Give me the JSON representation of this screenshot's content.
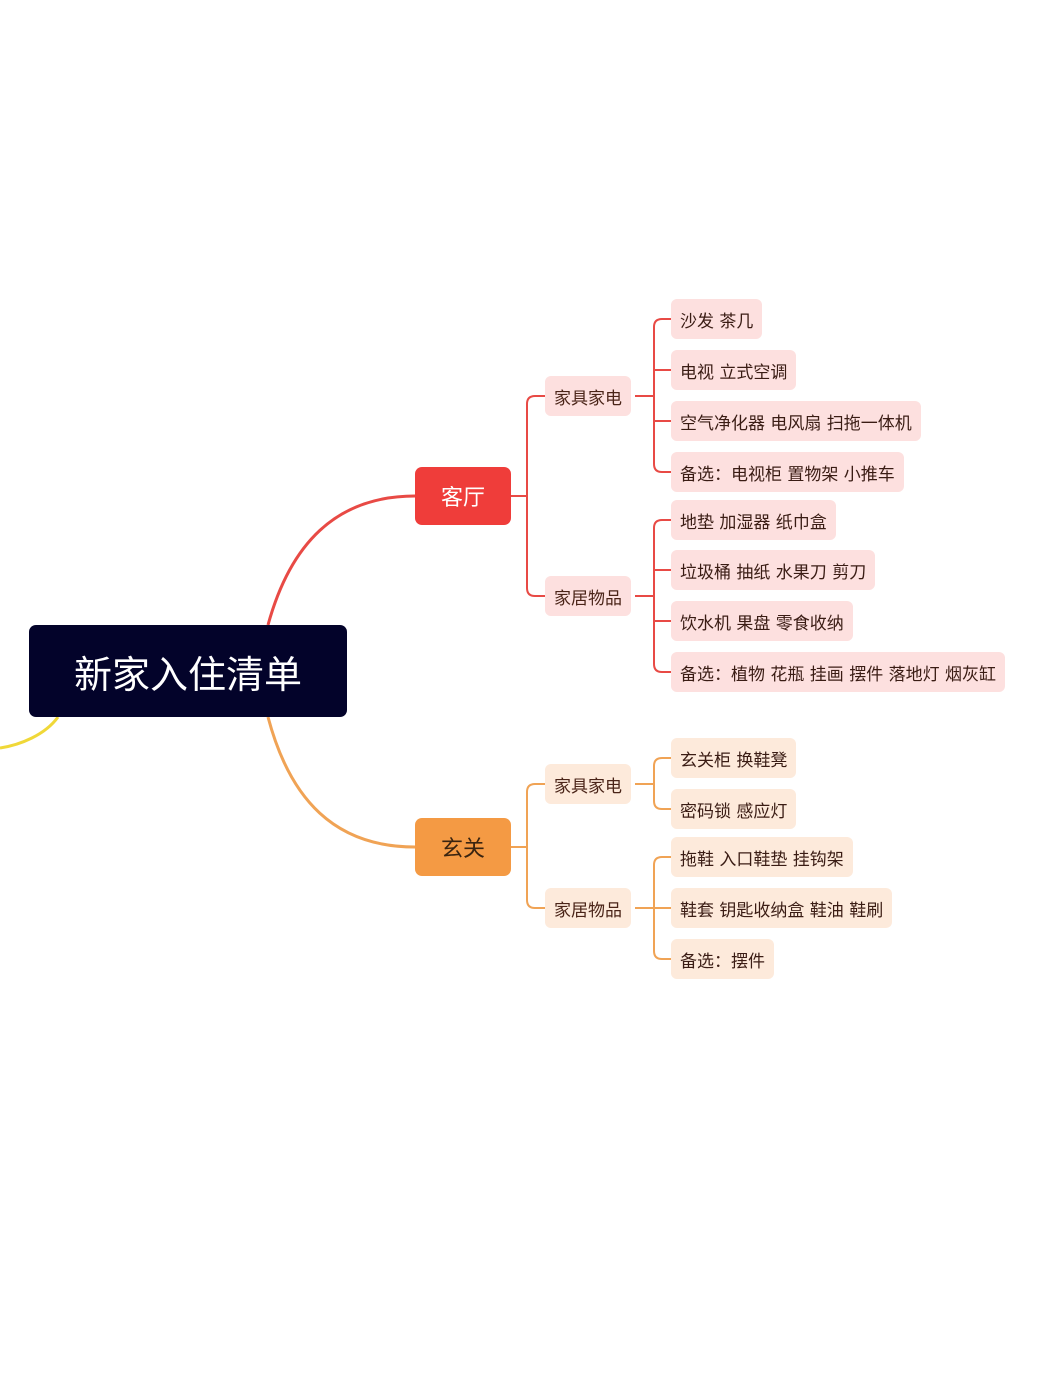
{
  "root": {
    "label": "新家入住清单"
  },
  "colors": {
    "root_bg": "#03032a",
    "living_branch": "#e84a45",
    "living_bg": "#ef3d3a",
    "living_soft": "#fde0df",
    "entry_branch": "#f0a355",
    "entry_bg": "#f49a44",
    "entry_soft": "#fdeadb",
    "offscreen_branch": "#f0d838"
  },
  "branches": [
    {
      "label": "客厅",
      "groups": [
        {
          "label": "家具家电",
          "items": [
            {
              "label": "沙发 茶几"
            },
            {
              "label": "电视 立式空调"
            },
            {
              "label": "空气净化器 电风扇 扫拖一体机"
            },
            {
              "label": "备选：电视柜 置物架 小推车"
            }
          ]
        },
        {
          "label": "家居物品",
          "items": [
            {
              "label": "地垫 加湿器 纸巾盒"
            },
            {
              "label": "垃圾桶 抽纸 水果刀 剪刀"
            },
            {
              "label": "饮水机 果盘 零食收纳"
            },
            {
              "label": "备选：植物 花瓶 挂画 摆件 落地灯 烟灰缸"
            }
          ]
        }
      ]
    },
    {
      "label": "玄关",
      "groups": [
        {
          "label": "家具家电",
          "items": [
            {
              "label": "玄关柜 换鞋凳"
            },
            {
              "label": "密码锁 感应灯"
            }
          ]
        },
        {
          "label": "家居物品",
          "items": [
            {
              "label": "拖鞋 入口鞋垫 挂钩架"
            },
            {
              "label": "鞋套 钥匙收纳盒 鞋油 鞋刷"
            },
            {
              "label": "备选：摆件"
            }
          ]
        }
      ]
    }
  ]
}
